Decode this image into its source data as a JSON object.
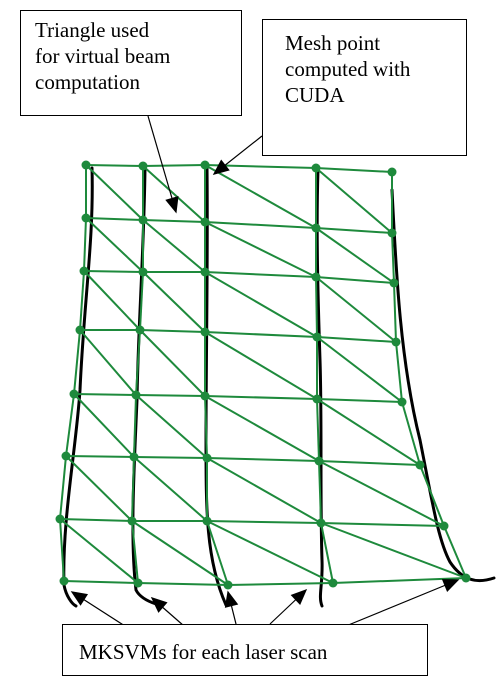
{
  "callouts": {
    "triangle": "Triangle used\nfor virtual beam\ncomputation",
    "mesh_point": "Mesh point\ncomputed with\nCUDA",
    "mksvm": "MKSVMs for each laser scan"
  },
  "colors": {
    "mesh": "#1e8a3c",
    "scan_curve": "#000000",
    "background": "#ffffff"
  }
}
